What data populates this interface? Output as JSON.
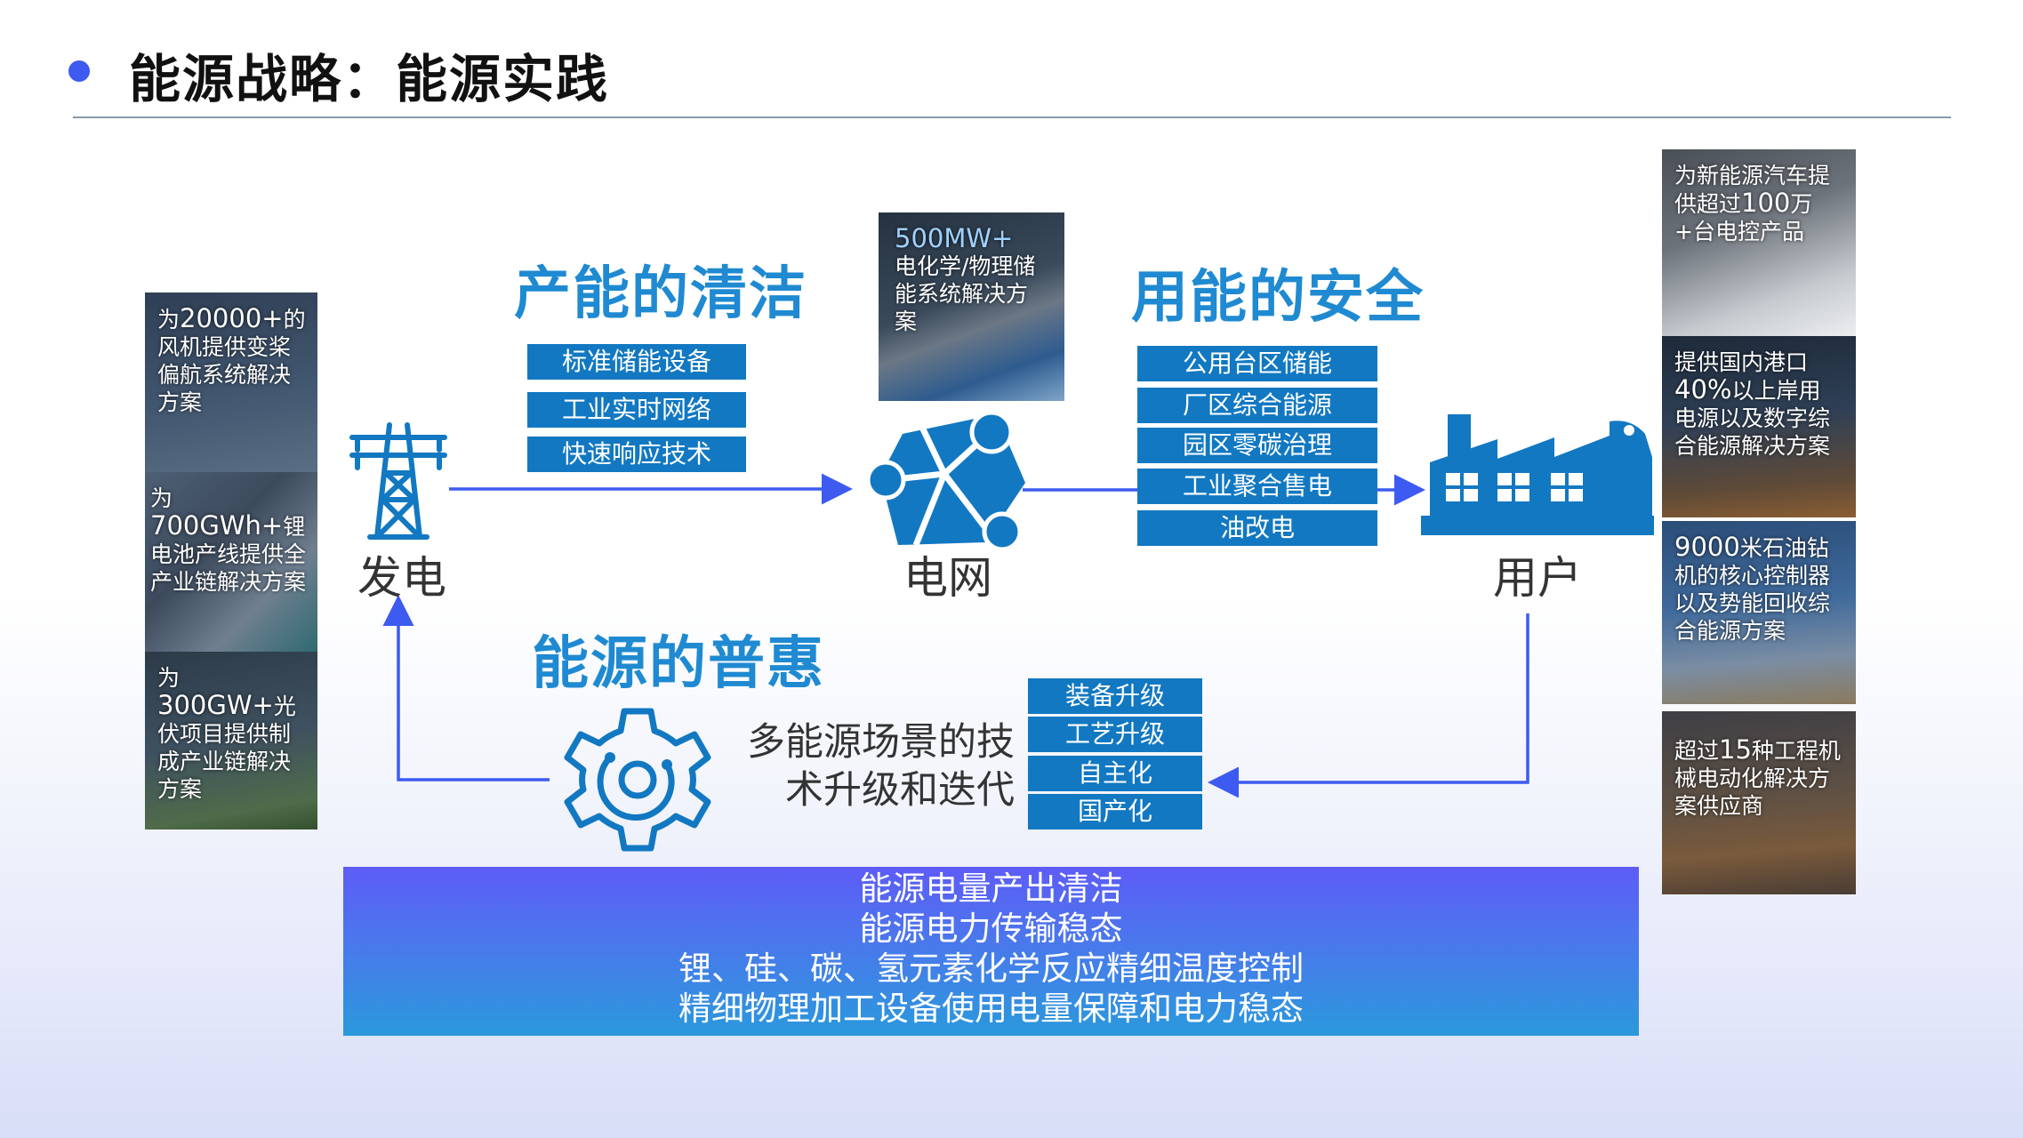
{
  "header": {
    "title": "能源战略：能源实践"
  },
  "left_cases": [
    {
      "pre": "为",
      "num": "20000+",
      "text": "的风机提供变桨偏航系统解决方案"
    },
    {
      "pre": "为",
      "num": "700GWh+",
      "text": "锂电池产线提供全产业链解决方案"
    },
    {
      "pre": "为",
      "num": "300GW+",
      "text": "光伏项目提供制成产业链解决方案"
    }
  ],
  "center_case": {
    "num": "500MW+",
    "text": "电化学/物理储能系统解决方案"
  },
  "right_cases": [
    {
      "pre": "为新能源汽车提供超过",
      "num": "100",
      "text": "万+台电控产品"
    },
    {
      "pre": "提供国内港口",
      "num": "40%",
      "text": "以上岸用电源以及数字综合能源解决方案"
    },
    {
      "pre": "",
      "num": "9000",
      "text": "米石油钻机的核心控制器以及势能回收综合能源方案"
    },
    {
      "pre": "超过",
      "num": "15",
      "text": "种工程机械电动化解决方案供应商"
    }
  ],
  "sections": {
    "clean": {
      "title": "产能的清洁",
      "tags": [
        "标准储能设备",
        "工业实时网络",
        "快速响应技术"
      ]
    },
    "safe": {
      "title": "用能的安全",
      "tags": [
        "公用台区储能",
        "厂区综合能源",
        "园区零碳治理",
        "工业聚合售电",
        "油改电"
      ]
    },
    "inclusive": {
      "title": "能源的普惠",
      "desc_line1": "多能源场景的技",
      "desc_line2": "术升级和迭代",
      "tags": [
        "装备升级",
        "工艺升级",
        "自主化",
        "国产化"
      ]
    }
  },
  "nodes": {
    "generation": "发电",
    "grid": "电网",
    "user": "用户"
  },
  "bottom_box": {
    "lines": [
      "能源电量产出清洁",
      "能源电力传输稳态",
      "锂、硅、碳、氢元素化学反应精细温度控制",
      "精细物理加工设备使用电量保障和电力稳态"
    ]
  },
  "colors": {
    "accent": "#1f8ad1",
    "tag": "#1278c2",
    "title_dot": "#3d5af1",
    "flow": "#3d5af1"
  }
}
